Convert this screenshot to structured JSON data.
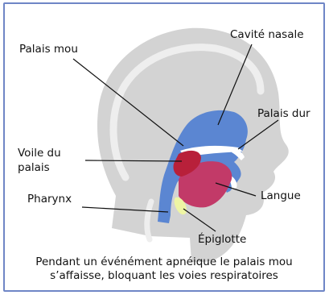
{
  "labels": {
    "palais_mou": "Palais mou",
    "cavite_nasale": "Cavité nasale",
    "palais_dur": "Palais dur",
    "voile_du_palais_line1": "Voile du",
    "voile_du_palais_line2": "palais",
    "pharynx": "Pharynx",
    "langue": "Langue",
    "epiglotte": "Épiglotte"
  },
  "caption": {
    "line1": "Pendant un événément apnéique le palais mou",
    "line2": "s’affaisse, bloquant les voies respiratoires"
  },
  "colors": {
    "border": "#6f86c6",
    "head": "#d3d3d3",
    "skull_outline": "#ececec",
    "airway": "#5b86d2",
    "tongue": "#c23a68",
    "soft_palate": "#b8203a",
    "epiglottis": "#eef5a4",
    "bone": "#ffffff"
  }
}
